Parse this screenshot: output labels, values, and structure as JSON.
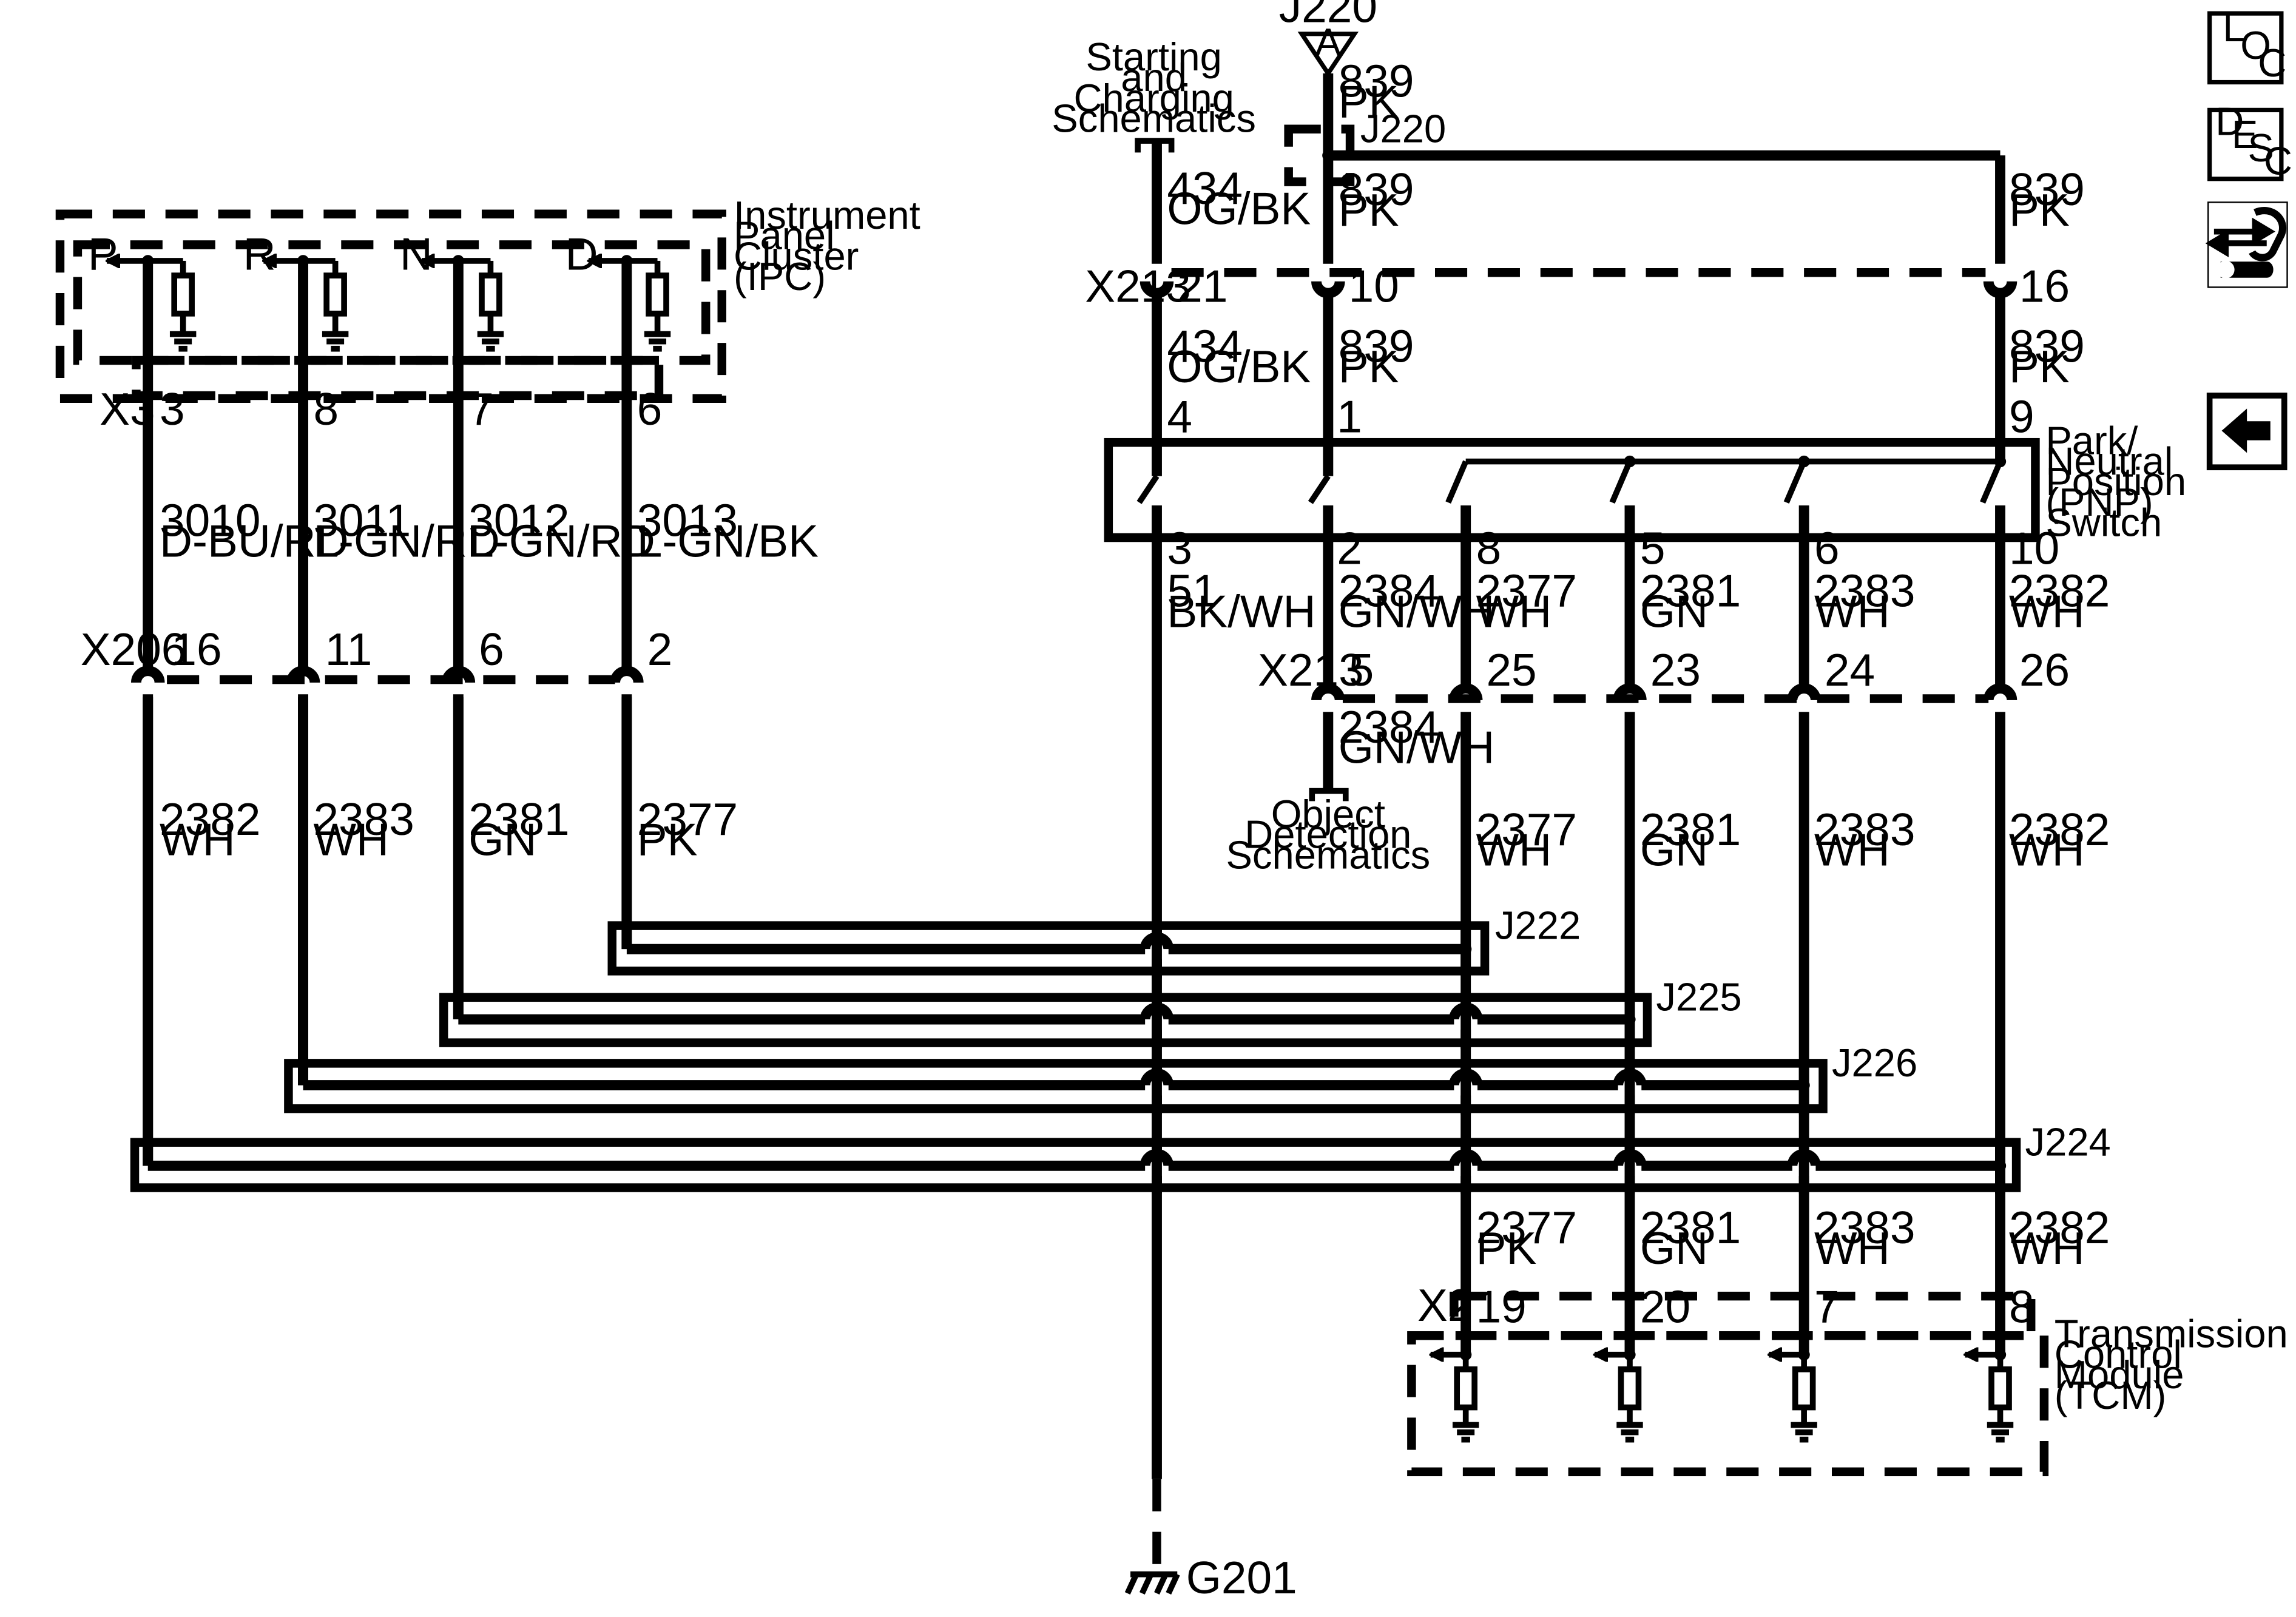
{
  "components": {
    "ipc": "Instrument\nPanel\nCluster\n(IPC)",
    "pnp": "Park/\nNeutral\nPosition\n(PNP)\nSwitch",
    "tcm": "Transmission\nControl\nModule\n(TCM)",
    "starting": "Starting\nand\nCharging\nSchematics",
    "object": "Object\nDetection\nSchematics"
  },
  "connectors": {
    "x3": "X3",
    "x206": "X206",
    "x213_top": "X213",
    "x213_mid": "X213",
    "x2": "X2",
    "j220_top": "J220",
    "j220_splice": "J220",
    "j220_letter": "A",
    "j222": "J222",
    "j225": "J225",
    "j226": "J226",
    "j224": "J224",
    "g201": "G201"
  },
  "ipc_lamps": [
    "P",
    "R",
    "N",
    "D"
  ],
  "pins": {
    "x3": [
      "3",
      "8",
      "7",
      "6"
    ],
    "x206": [
      "16",
      "11",
      "6",
      "2"
    ],
    "x213_top": [
      "21",
      "10",
      "16"
    ],
    "pnp_top": [
      "4",
      "1",
      "9"
    ],
    "pnp_bottom": [
      "3",
      "2",
      "8",
      "5",
      "6",
      "10"
    ],
    "x213_mid": [
      "5",
      "25",
      "23",
      "24",
      "26"
    ],
    "x2": [
      "19",
      "20",
      "7",
      "8"
    ]
  },
  "wires": {
    "c839_a": "839\nPK",
    "c839_b": "839\nPK",
    "c839_c": "839\nPK",
    "c839_d": "839\nPK",
    "c839_e": "839\nPK",
    "c434_a": "434\nOG/BK",
    "c434_b": "434\nOG/BK",
    "c3010": "3010\nD-BU/RD",
    "c3011": "3011\nL-GN/RD",
    "c3012": "3012\nL-GN/RD",
    "c3013": "3013\nL-GN/BK",
    "c51": "51\nBK/WH",
    "c2384_a": "2384\nGN/WH",
    "c2384_b": "2384\nGN/WH",
    "pnp_2377": "2377\nWH",
    "pnp_2381": "2381\nGN",
    "pnp_2383": "2383\nWH",
    "pnp_2382": "2382\nWH",
    "left_2382": "2382\nWH",
    "left_2383": "2383\nWH",
    "left_2381": "2381\nGN",
    "left_2377": "2377\nPK",
    "mid_2377": "2377\nWH",
    "mid_2381": "2381\nGN",
    "mid_2383": "2383\nWH",
    "mid_2382": "2382\nWH",
    "tcm_2377": "2377\nPK",
    "tcm_2381": "2381\nGN",
    "tcm_2383": "2383\nWH",
    "tcm_2382": "2382\nWH"
  },
  "nav": {
    "loc": [
      "L",
      "O",
      "C"
    ],
    "desc": [
      "D",
      "E",
      "S",
      "C"
    ]
  },
  "colors": {
    "line": "#000000",
    "background": "#ffffff"
  }
}
